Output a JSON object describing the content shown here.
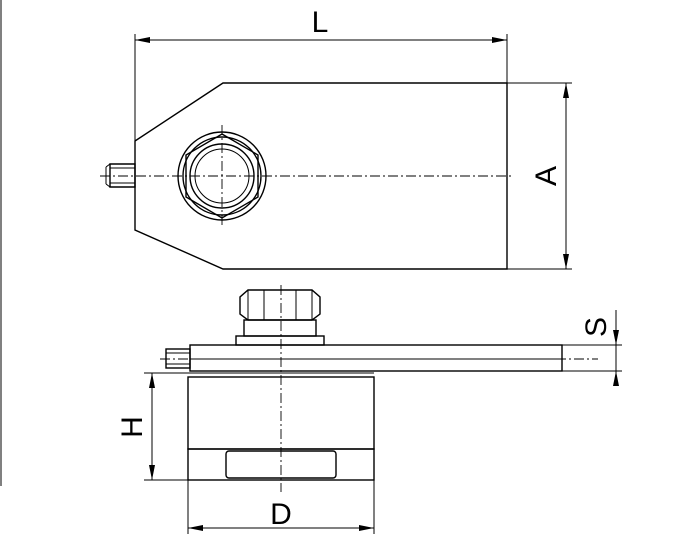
{
  "dimensions": {
    "length": "L",
    "width": "A",
    "thickness": "S",
    "height": "H",
    "diameter": "D"
  }
}
